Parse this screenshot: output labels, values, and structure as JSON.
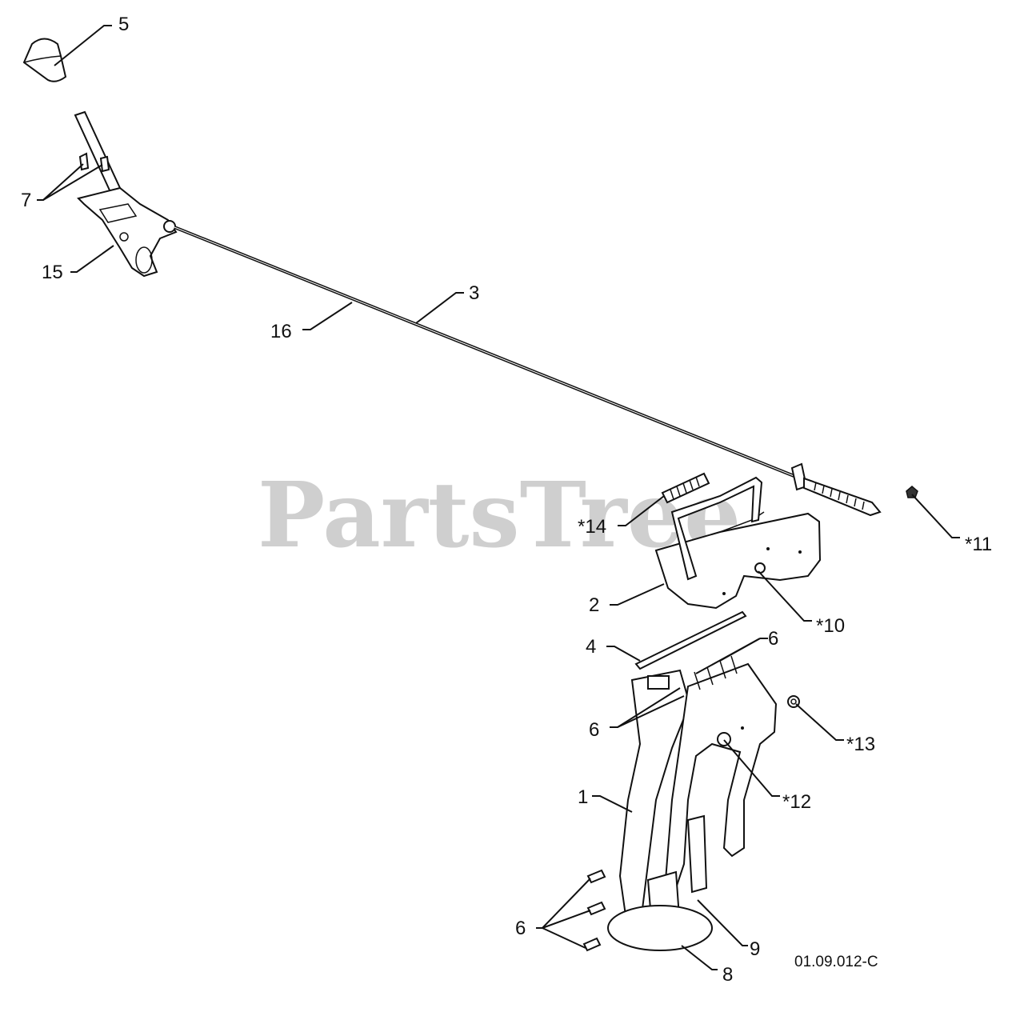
{
  "watermark": "PartsTree",
  "reference_code": "01.09.012-C",
  "callouts": {
    "c5": "5",
    "c7": "7",
    "c15": "15",
    "c16": "16",
    "c3": "3",
    "c14": "*14",
    "c11": "*11",
    "c2": "2",
    "c10": "*10",
    "c4": "4",
    "c6a": "6",
    "c6b": "6",
    "c13": "*13",
    "c1": "1",
    "c12": "*12",
    "c6c": "6",
    "c9": "9",
    "c8": "8"
  }
}
